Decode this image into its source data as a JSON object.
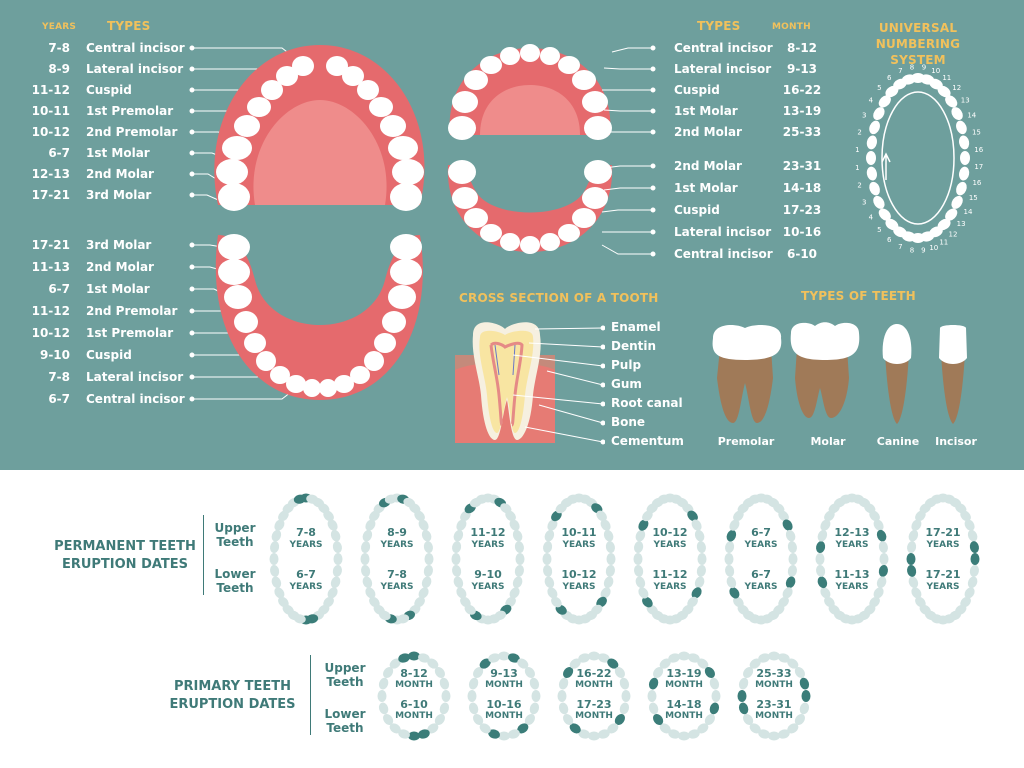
{
  "colors": {
    "background": "#6e9f9d",
    "accent_yellow": "#f1c15c",
    "gum": "#e56a6d",
    "palate": "#ef8c8b",
    "tooth": "#ffffff",
    "highlight_tooth": "#3b7d79",
    "pale_tooth": "#d4e4e3",
    "label_text": "#3f7a78"
  },
  "left_panel": {
    "header_years": "YEARS",
    "header_types": "TYPES",
    "upper_rows": [
      {
        "years": "7-8",
        "type": "Central incisor"
      },
      {
        "years": "8-9",
        "type": "Lateral incisor"
      },
      {
        "years": "11-12",
        "type": "Cuspid"
      },
      {
        "years": "10-11",
        "type": "1st Premolar"
      },
      {
        "years": "10-12",
        "type": "2nd Premolar"
      },
      {
        "years": "6-7",
        "type": "1st Molar"
      },
      {
        "years": "12-13",
        "type": "2nd Molar"
      },
      {
        "years": "17-21",
        "type": "3rd Molar"
      }
    ],
    "lower_rows": [
      {
        "years": "17-21",
        "type": "3rd Molar"
      },
      {
        "years": "11-13",
        "type": "2nd Molar"
      },
      {
        "years": "6-7",
        "type": "1st Molar"
      },
      {
        "years": "11-12",
        "type": "2nd Premolar"
      },
      {
        "years": "10-12",
        "type": "1st Premolar"
      },
      {
        "years": "9-10",
        "type": "Cuspid"
      },
      {
        "years": "7-8",
        "type": "Lateral incisor"
      },
      {
        "years": "6-7",
        "type": "Central incisor"
      }
    ]
  },
  "right_panel": {
    "header_types": "TYPES",
    "header_month": "MONTH",
    "upper_rows": [
      {
        "type": "Central incisor",
        "month": "8-12"
      },
      {
        "type": "Lateral incisor",
        "month": "9-13"
      },
      {
        "type": "Cuspid",
        "month": "16-22"
      },
      {
        "type": "1st Molar",
        "month": "13-19"
      },
      {
        "type": "2nd Molar",
        "month": "25-33"
      }
    ],
    "lower_rows": [
      {
        "type": "2nd Molar",
        "month": "23-31"
      },
      {
        "type": "1st Molar",
        "month": "14-18"
      },
      {
        "type": "Cuspid",
        "month": "17-23"
      },
      {
        "type": "Lateral incisor",
        "month": "10-16"
      },
      {
        "type": "Central incisor",
        "month": "6-10"
      }
    ]
  },
  "universal_numbering": {
    "title_line1": "UNIVERSAL NUMBERING",
    "title_line2": "SYSTEM",
    "upper_left_numbers": [
      "1",
      "2",
      "3",
      "4",
      "5",
      "6",
      "7",
      "8"
    ],
    "upper_right_numbers": [
      "9",
      "10",
      "11",
      "12",
      "13",
      "14",
      "15",
      "16"
    ],
    "lower_right_numbers": [
      "17",
      "16",
      "15",
      "14",
      "13",
      "12",
      "11",
      "10",
      "9"
    ],
    "lower_left_numbers": [
      "1",
      "2",
      "3",
      "4",
      "5",
      "6",
      "7",
      "8"
    ]
  },
  "cross_section": {
    "title": "CROSS SECTION OF A TOOTH",
    "labels": [
      "Enamel",
      "Dentin",
      "Pulp",
      "Gum",
      "Root canal",
      "Bone",
      "Cementum"
    ]
  },
  "types_of_teeth": {
    "title": "TYPES OF TEETH",
    "labels": [
      "Premolar",
      "Molar",
      "Canine",
      "Incisor"
    ]
  },
  "permanent": {
    "label_line1": "PERMANENT TEETH",
    "label_line2": "ERUPTION DATES",
    "upper_label_line1": "Upper",
    "upper_label_line2": "Teeth",
    "lower_label_line1": "Lower",
    "lower_label_line2": "Teeth",
    "unit": "YEARS",
    "upper_values": [
      "7-8",
      "8-9",
      "11-12",
      "10-11",
      "10-12",
      "6-7",
      "12-13",
      "17-21"
    ],
    "lower_values": [
      "6-7",
      "7-8",
      "9-10",
      "10-12",
      "11-12",
      "6-7",
      "11-13",
      "17-21"
    ]
  },
  "primary": {
    "label_line1": "PRIMARY TEETH",
    "label_line2": "ERUPTION DATES",
    "upper_label_line1": "Upper",
    "upper_label_line2": "Teeth",
    "lower_label_line1": "Lower",
    "lower_label_line2": "Teeth",
    "unit": "MONTH",
    "upper_values": [
      "8-12",
      "9-13",
      "16-22",
      "13-19",
      "25-33"
    ],
    "lower_values": [
      "6-10",
      "10-16",
      "17-23",
      "14-18",
      "23-31"
    ]
  }
}
